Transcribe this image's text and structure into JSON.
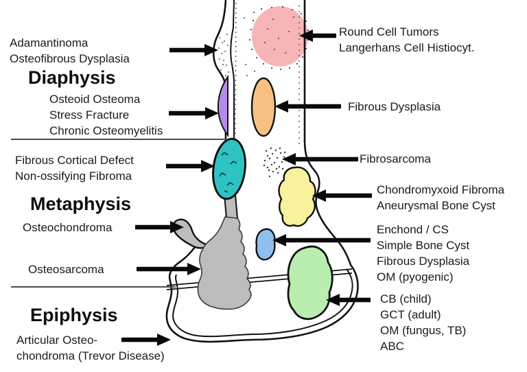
{
  "title": "Bone lesion location diagram",
  "headings": {
    "diaphysis": "Diaphysis",
    "metaphysis": "Metaphysis",
    "epiphysis": "Epiphysis"
  },
  "labels": {
    "adamantinoma": "Adamantinoma\nOsteofibrous Dysplasia",
    "osteoid_osteoma": "Osteoid Osteoma\nStress Fracture\nChronic Osteomyelitis",
    "fibrous_cortical_defect": "Fibrous Cortical Defect\nNon-ossifying Fibroma",
    "osteochondroma": "Osteochondroma",
    "osteosarcoma": "Osteosarcoma",
    "articular_osteochondroma": "Articular Osteo-\nchondroma (Trevor Disease)",
    "round_cell": "Round Cell Tumors\nLangerhans Cell Histiocyt.",
    "fibrous_dysplasia": "Fibrous Dysplasia",
    "fibrosarcoma": "Fibrosarcoma",
    "chondromyxoid": "Chondromyxoid Fibroma\nAneurysmal Bone Cyst",
    "enchondroma_group": "Enchond / CS\nSimple Bone Cyst\nFibrous Dysplasia\nOM (pyogenic)",
    "epiphyseal_group": "CB (child)\nGCT (adult)\nOM (fungus, TB)\nABC"
  },
  "colors": {
    "round_cell": "#f8b5b5",
    "osteoid_osteoma": "#b48ce6",
    "fibrous_dysplasia": "#f6c083",
    "fibrous_cortical_defect": "#2fc2c2",
    "chondromyxoid": "#f7f29b",
    "osteosarcoma": "#bdbdbd",
    "enchondroma": "#90bfee",
    "epiphyseal": "#b9eeb0",
    "outline": "#111111",
    "arrow": "#0a0a0a"
  }
}
